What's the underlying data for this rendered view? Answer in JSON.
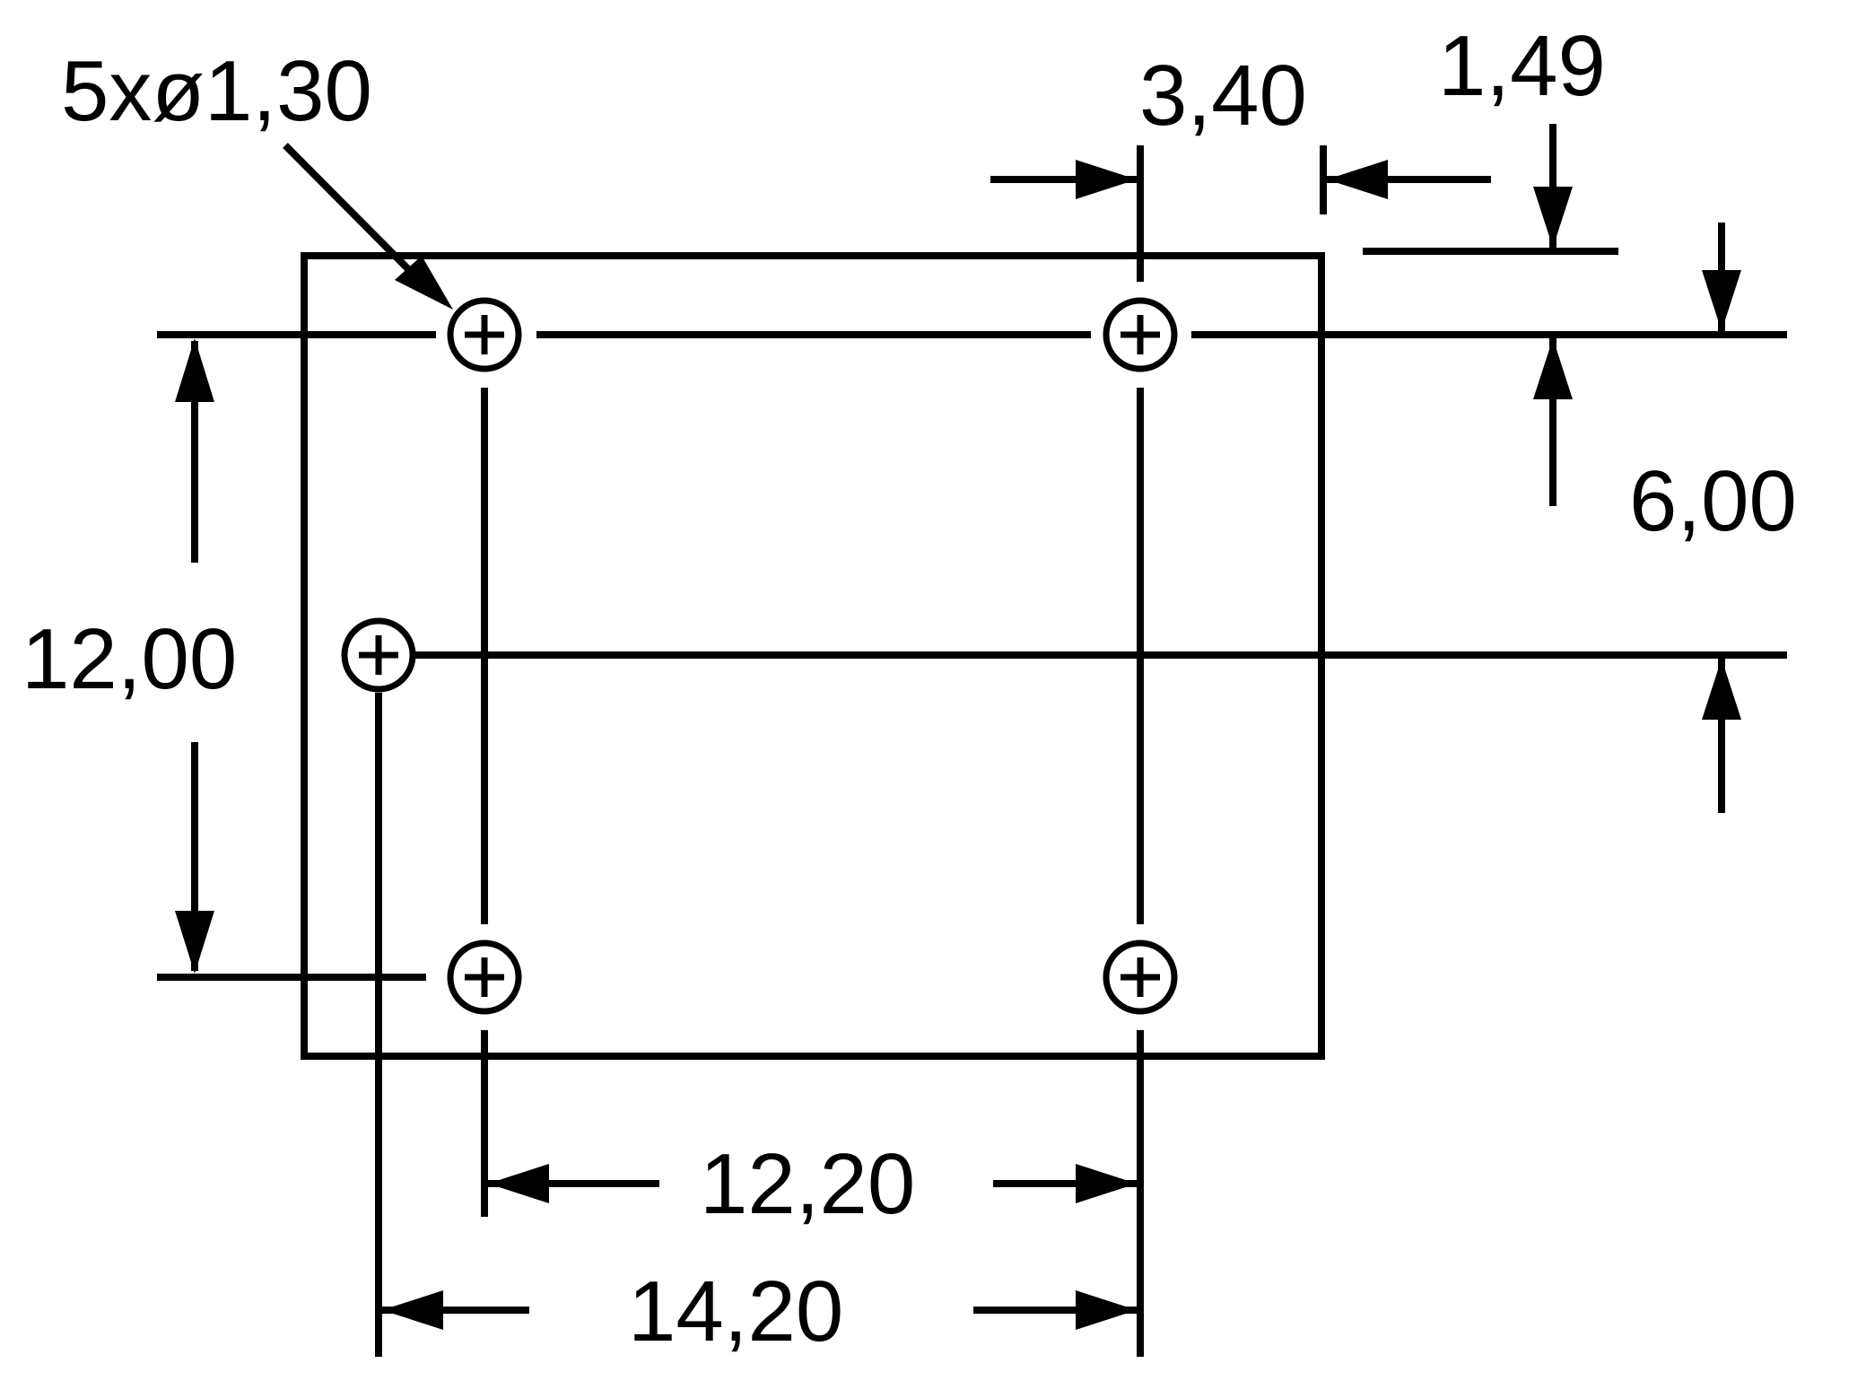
{
  "drawing": {
    "type": "technical dimension drawing (PCB hole pattern / footprint)",
    "hole_callout": "5xø1,30",
    "dimensions": {
      "pitch_horizontal_pins": "12,20",
      "pitch_horizontal_outer": "14,20",
      "pitch_vertical": "12,00",
      "center_to_middle": "6,00",
      "edge_offset_x": "3,40",
      "edge_offset_y": "1,49"
    },
    "holes": [
      {
        "id": "top-left"
      },
      {
        "id": "top-right"
      },
      {
        "id": "middle-left"
      },
      {
        "id": "bottom-left"
      },
      {
        "id": "bottom-right"
      }
    ],
    "colors": {
      "line": "#000000",
      "background": "#ffffff"
    }
  }
}
